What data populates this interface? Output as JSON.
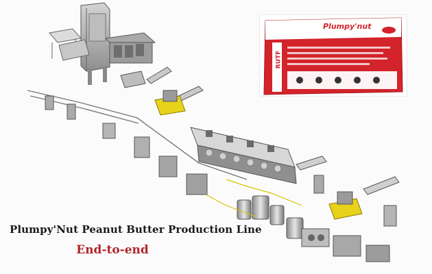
{
  "caption": {
    "title": "Plumpy'Nut Peanut Butter Production Line",
    "subtitle": "End-to-end"
  },
  "package": {
    "brand": "Plumpy'nut",
    "band_label": "RUTF",
    "colors": {
      "red": "#d3232b",
      "white": "#ffffff",
      "dark": "#333333"
    }
  },
  "colors": {
    "machine_gray": "#9a9a9a",
    "machine_dark": "#5a5a5a",
    "frame_yellow": "#e8d21a",
    "background": "#fbfbfb",
    "caption_red": "#b0262c"
  }
}
